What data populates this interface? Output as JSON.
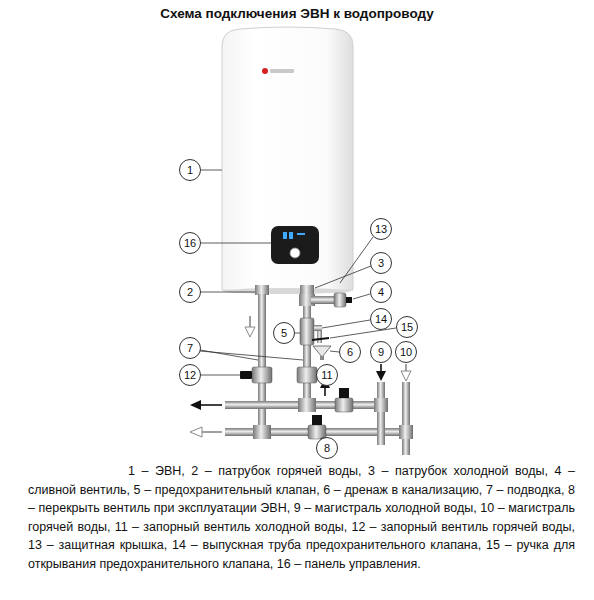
{
  "diagram": {
    "title": "Схема подключения ЭВН к водопроводу",
    "caption": "1 – ЭВН, 2 – патрубок горячей воды, 3 – патрубок холодной воды, 4 – сливной вентиль, 5 – предохранительный клапан, 6 – дренаж в канализацию, 7 – подводка, 8 – перекрыть вентиль при эксплуатации ЭВН, 9 – магистраль холодной воды, 10 – магистраль горячей воды, 11 – запорный вентиль холодной воды, 12 – запорный вентиль горячей воды, 13 – защитная крышка, 14 – выпускная труба предохранительного клапана, 15 – ручка для открывания предохранительного клапана, 16 – панель управления.",
    "nodes": [
      {
        "text": [
          "1"
        ]
      },
      {
        "text": [
          "13"
        ]
      },
      {
        "text": [
          "16"
        ]
      },
      {
        "text": [
          "3"
        ]
      },
      {
        "text": [
          "2"
        ]
      },
      {
        "text": [
          "4"
        ]
      },
      {
        "text": [
          "14"
        ]
      },
      {
        "text": [
          "15"
        ]
      },
      {
        "text": [
          "5"
        ]
      },
      {
        "text": [
          "7"
        ]
      },
      {
        "text": [
          "6"
        ]
      },
      {
        "text": [
          "9"
        ]
      },
      {
        "text": [
          "10"
        ]
      },
      {
        "text": [
          "12"
        ]
      },
      {
        "text": [
          "11"
        ]
      },
      {
        "text": [
          "8"
        ]
      }
    ]
  }
}
